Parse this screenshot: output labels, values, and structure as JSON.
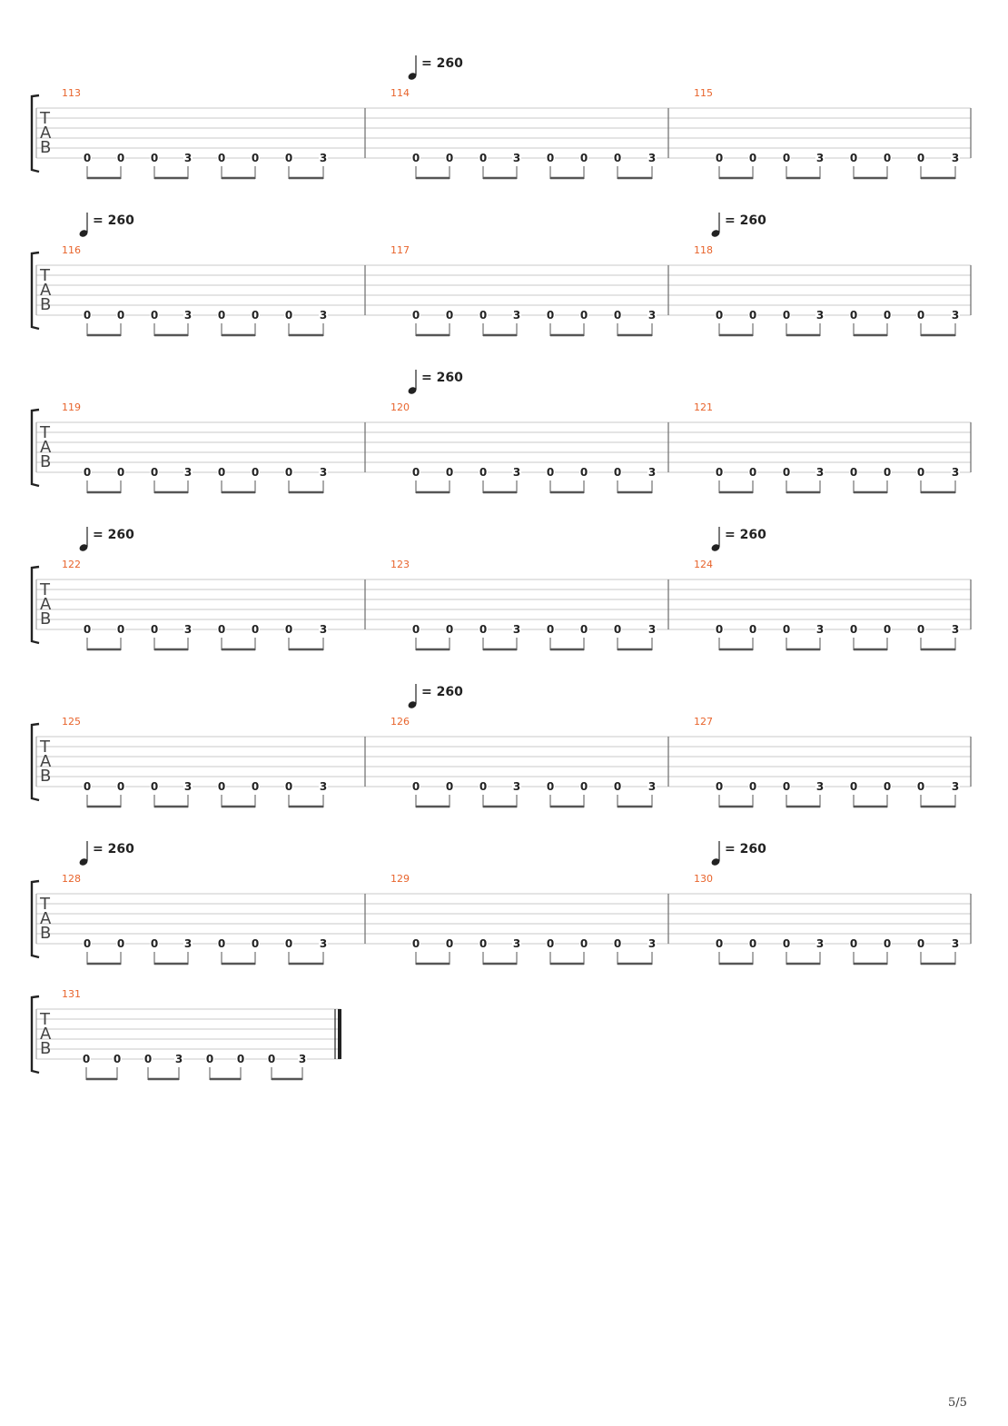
{
  "tempo": {
    "bpm": "= 260"
  },
  "tab_clef": [
    "T",
    "A",
    "B"
  ],
  "beat_pattern": [
    "0",
    "0",
    "0",
    "3",
    "0",
    "0",
    "0",
    "3"
  ],
  "systems": [
    {
      "measures": [
        "113",
        "114",
        "115"
      ],
      "tempo_marks_at_measures": [
        1
      ]
    },
    {
      "measures": [
        "116",
        "117",
        "118"
      ],
      "tempo_marks_at_measures": [
        0,
        2
      ]
    },
    {
      "measures": [
        "119",
        "120",
        "121"
      ],
      "tempo_marks_at_measures": [
        1
      ]
    },
    {
      "measures": [
        "122",
        "123",
        "124"
      ],
      "tempo_marks_at_measures": [
        0,
        2
      ]
    },
    {
      "measures": [
        "125",
        "126",
        "127"
      ],
      "tempo_marks_at_measures": [
        1
      ]
    },
    {
      "measures": [
        "128",
        "129",
        "130"
      ],
      "tempo_marks_at_measures": [
        0,
        2
      ]
    },
    {
      "measures": [
        "131"
      ],
      "tempo_marks_at_measures": [],
      "final_barline": true
    }
  ],
  "page_number": "5/5",
  "colors": {
    "measure_number": "#e8642c",
    "staff_line": "#c8c8c8",
    "ink": "#222222"
  }
}
